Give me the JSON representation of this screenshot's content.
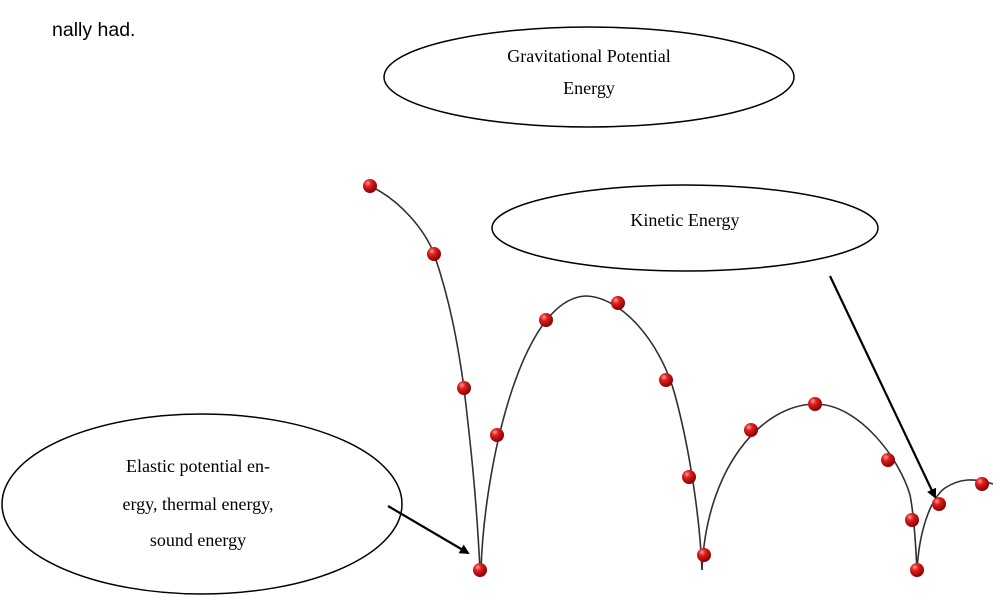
{
  "intro_text": "nally had.",
  "labels": {
    "gravitational": [
      "Gravitational Potential",
      "Energy"
    ],
    "kinetic": [
      "Kinetic Energy"
    ],
    "elastic": [
      "Elastic potential en-",
      "ergy, thermal energy,",
      "sound energy"
    ]
  },
  "colors": {
    "ball": "#d01818",
    "curve": "#303030",
    "outline": "#000000"
  }
}
